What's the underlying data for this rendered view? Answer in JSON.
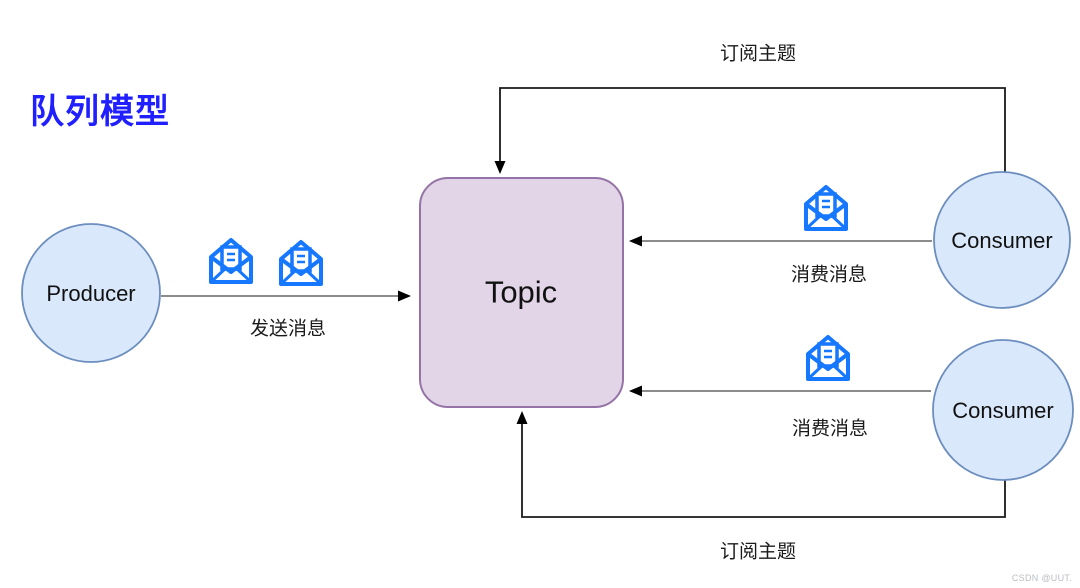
{
  "diagram": {
    "title": "队列模型",
    "nodes": {
      "producer": {
        "label": "Producer",
        "shape": "circle"
      },
      "topic": {
        "label": "Topic",
        "shape": "rounded-rect"
      },
      "consumer_top": {
        "label": "Consumer",
        "shape": "circle"
      },
      "consumer_bottom": {
        "label": "Consumer",
        "shape": "circle"
      }
    },
    "edges": {
      "send": {
        "label": "发送消息",
        "from": "producer",
        "to": "topic"
      },
      "consume_top": {
        "label": "消费消息",
        "from": "consumer_top",
        "to": "topic"
      },
      "consume_bottom": {
        "label": "消费消息",
        "from": "consumer_bottom",
        "to": "topic"
      },
      "subscribe_top": {
        "label": "订阅主题",
        "from": "consumer_top",
        "to": "topic"
      },
      "subscribe_bottom": {
        "label": "订阅主题",
        "from": "consumer_bottom",
        "to": "topic"
      }
    },
    "icons": {
      "message": "open-envelope-icon",
      "message_count_on_send_edge": 2,
      "message_count_on_consume_edges": 1
    },
    "colors": {
      "title_text": "#1F1FFF",
      "node_fill": "#DAE8FC",
      "node_stroke": "#6C8EBF",
      "topic_fill": "#E1D5E7",
      "topic_stroke": "#9673A6",
      "envelope_blue": "#1677FF",
      "edge_line": "#666666",
      "connector_line": "#1A1A1A",
      "arrowhead": "#000000",
      "background": "#FFFFFF"
    }
  },
  "watermark": "CSDN @UUT."
}
